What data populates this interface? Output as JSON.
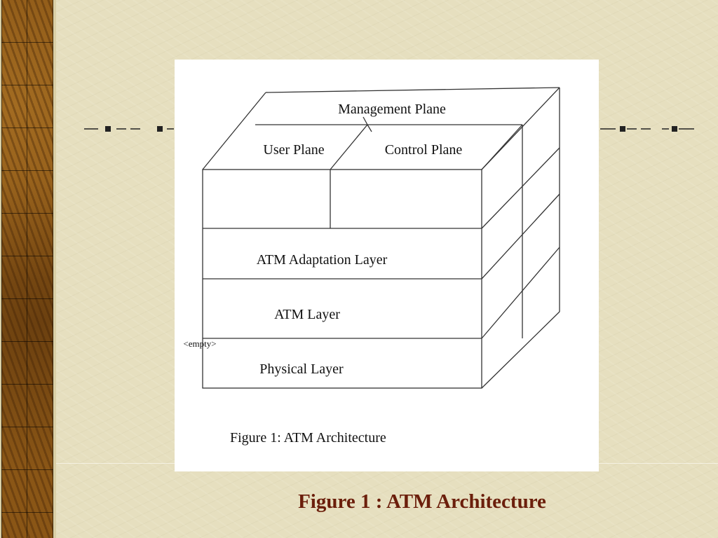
{
  "diagram": {
    "planes": {
      "management": "Management Plane",
      "user": "User Plane",
      "control": "Control Plane"
    },
    "layers": {
      "aal": "ATM Adaptation Layer",
      "atm": "ATM Layer",
      "physical": "Physical Layer"
    },
    "placeholder_label": "<empty>",
    "inner_caption": "Figure 1: ATM Architecture"
  },
  "slide": {
    "caption": "Figure 1 : ATM Architecture"
  },
  "colors": {
    "caption": "#6b1e0b",
    "background": "#e6dfbf",
    "wood_strip": "#8a5616"
  }
}
